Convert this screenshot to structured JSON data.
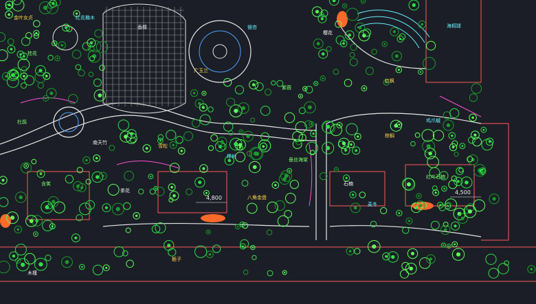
{
  "colors": {
    "background": "#1b1e26",
    "building_line": "#ff5a5a",
    "path_line": "#e8e8e8",
    "tree_green": "#31e04a",
    "tree_dark": "#1a9c2c",
    "shrub_pink": "#ff4fd8",
    "label_yellow": "#ffd84a",
    "label_cyan": "#63f0ff",
    "label_white": "#f2f2f2",
    "fountain_blue": "#4fa3ff",
    "hatch_orange": "#ff6a2a"
  },
  "dimensions": {
    "left_width": "4,800",
    "right_width": "4,500"
  },
  "plant_labels": [
    "金叶女贞",
    "红花檵木",
    "桂花",
    "香樟",
    "广玉兰",
    "银杏",
    "紫薇",
    "樱花",
    "红枫",
    "海桐球",
    "杜鹃",
    "南天竹",
    "雪松",
    "榉树",
    "垂丝海棠",
    "石楠",
    "棕榈",
    "鸡爪槭",
    "含笑",
    "茶花",
    "八角金盘",
    "麦冬",
    "红叶石楠",
    "木槿",
    "栀子"
  ]
}
